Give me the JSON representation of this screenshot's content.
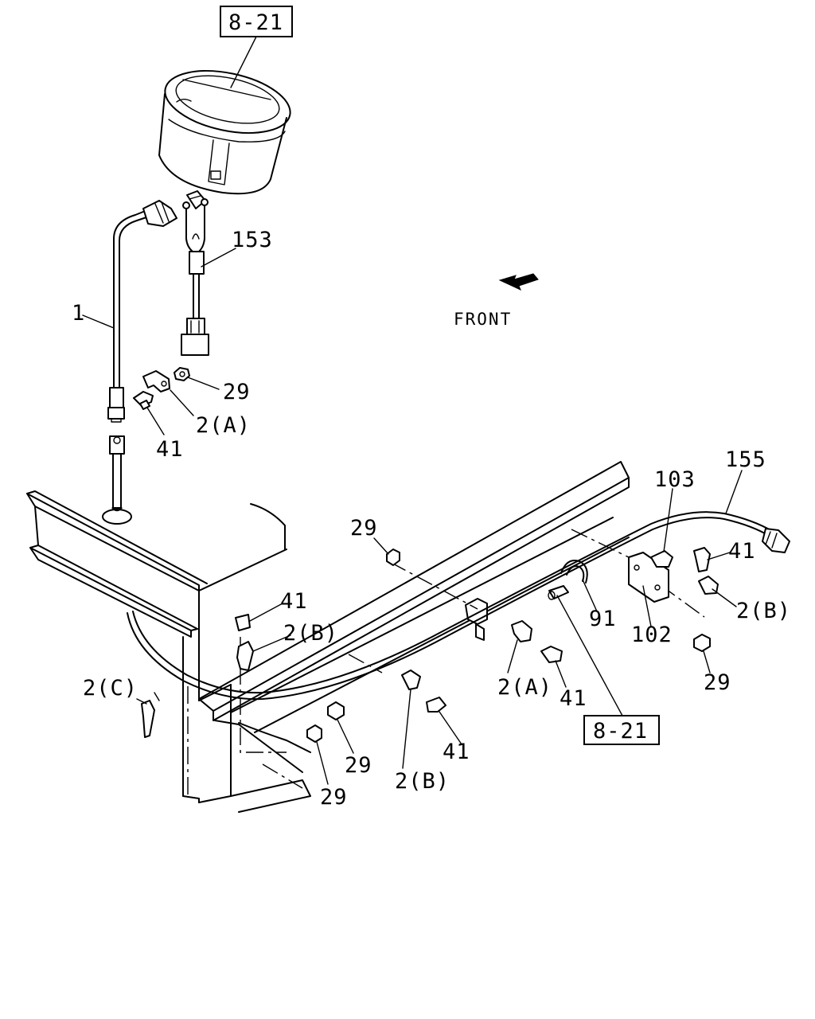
{
  "labels": {
    "ref_top": "8-21",
    "ref_bottom": "8-21",
    "front": "FRONT",
    "p1": "1",
    "p153": "153",
    "p29_a": "29",
    "p2a_a": "2(A)",
    "p41_a": "41",
    "p155": "155",
    "p103": "103",
    "p41_b": "41",
    "p2b_a": "2(B)",
    "p102": "102",
    "p29_b": "29",
    "p91": "91",
    "p29_c": "29",
    "p2a_b": "2(A)",
    "p41_c": "41",
    "p41_d": "41",
    "p2b_b": "2(B)",
    "p2c": "2(C)",
    "p29_d": "29",
    "p29_e": "29",
    "p2b_c": "2(B)",
    "p41_e": "41"
  },
  "icons": [
    "front-arrow-icon"
  ]
}
